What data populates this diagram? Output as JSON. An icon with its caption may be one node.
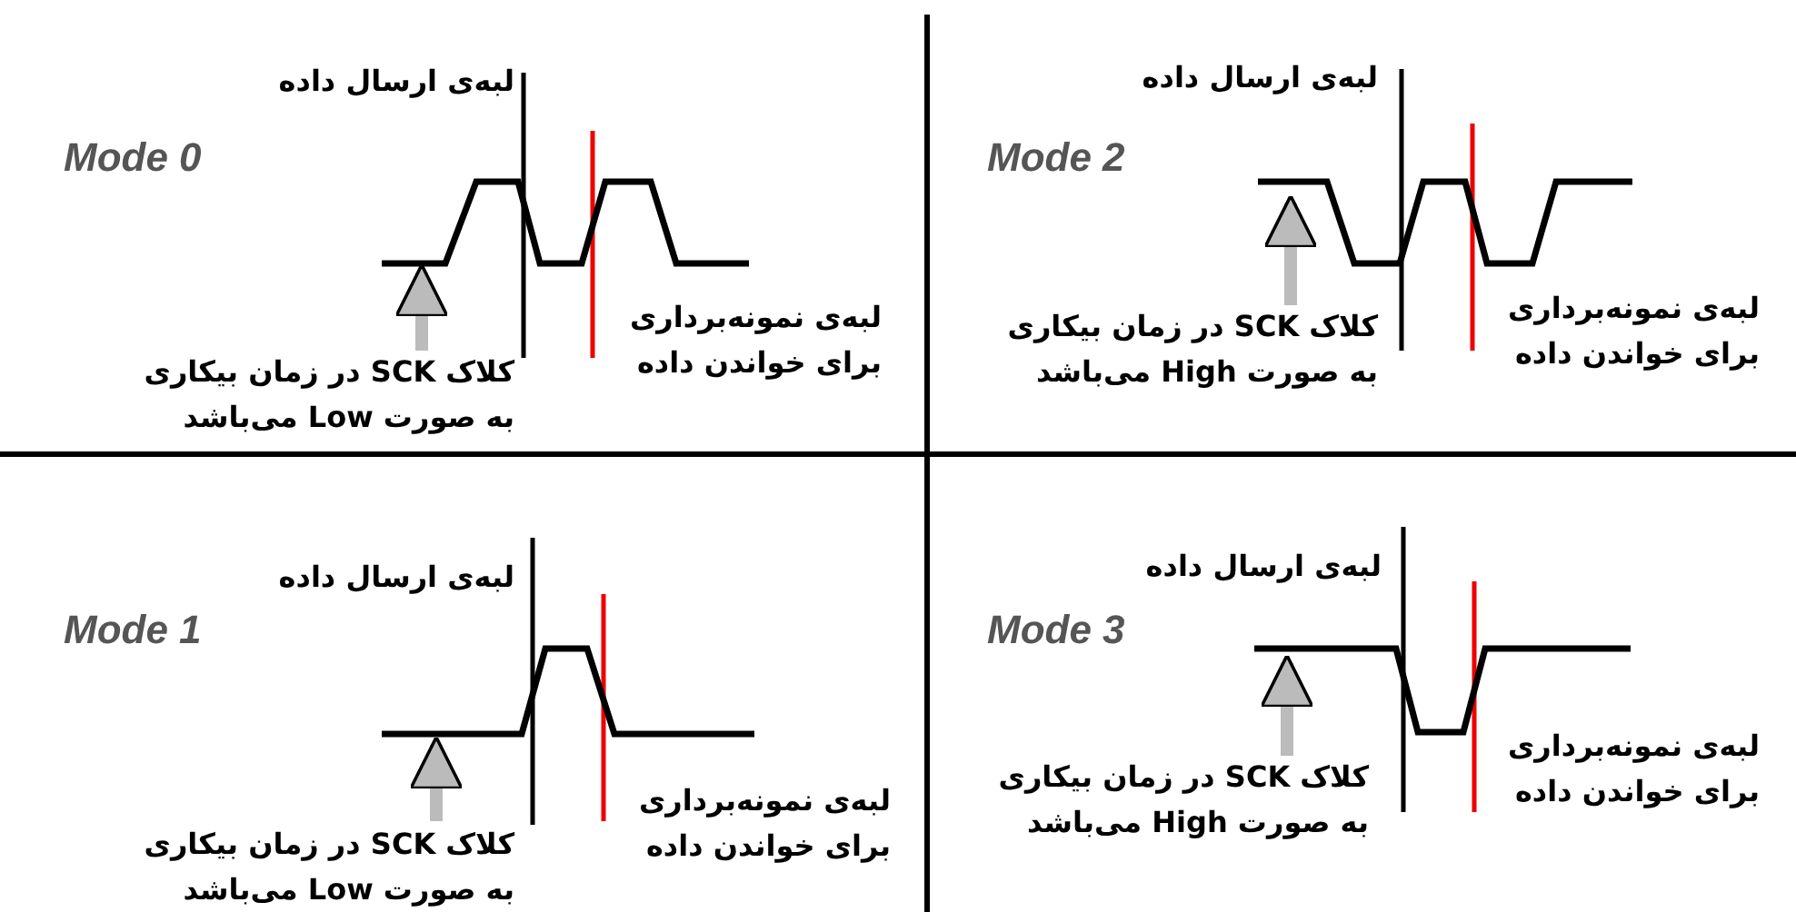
{
  "diagram": {
    "nodes": [
      {
        "text": [
          "کلاک SCK در زمان بیکاری به صورت Low می‌باشد"
        ]
      },
      {
        "text": [],
        "shape": "picture"
      },
      {
        "text": [
          "کلاک SCK در زمان بیکاری به صورت High می‌باشد"
        ]
      },
      {
        "text": [],
        "shape": "picture"
      },
      {
        "text": [
          "کلاک SCK در زمان بیکاری به صورت Low می‌باشد"
        ]
      },
      {
        "text": [],
        "shape": "picture"
      },
      {
        "text": [
          "کلاک SCK در زمان بیکاری به صورت High می‌باشد"
        ]
      },
      {
        "text": [],
        "shape": "picture"
      }
    ],
    "edges": [
      {
        "from": 0,
        "to": 1,
        "arrow": "to"
      },
      {
        "from": 2,
        "to": 3,
        "arrow": "to"
      },
      {
        "from": 4,
        "to": 5,
        "arrow": "to"
      },
      {
        "from": 6,
        "to": 7,
        "arrow": "to"
      }
    ],
    "labels": [
      "لبه‌ی ارسال داده",
      "Mode 0",
      "لبه‌ی نمونه‌برداری برای خواندن داده",
      "لبه‌ی ارسال داده",
      "Mode 2",
      "لبه‌ی نمونه‌برداری برای خواندن داده",
      "لبه‌ی ارسال داده",
      "Mode 1",
      "لبه‌ی نمونه‌برداری برای خواندن داده",
      "لبه‌ی ارسال داده",
      "Mode 3",
      "لبه‌ی نمونه‌برداری برای خواندن داده"
    ]
  }
}
